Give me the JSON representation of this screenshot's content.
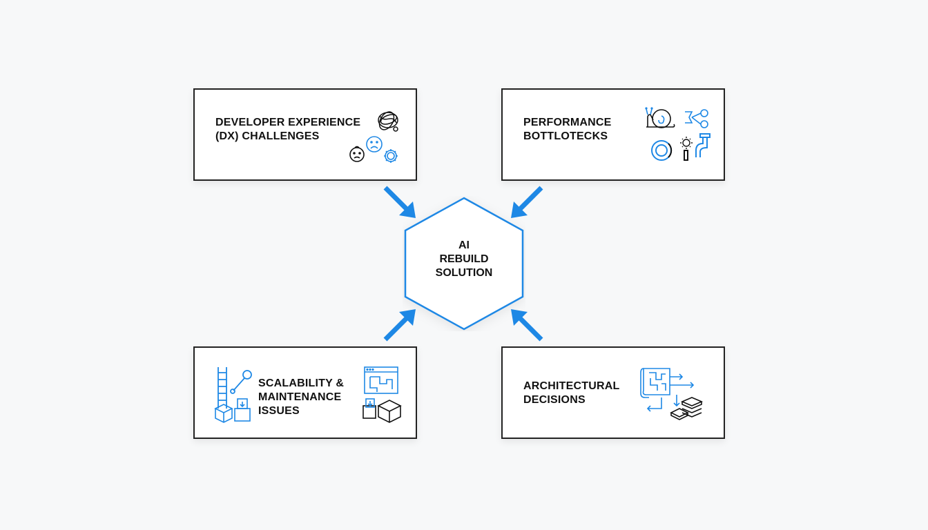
{
  "diagram": {
    "center": {
      "lines": [
        "AI",
        "REBUILD",
        "SOLUTION"
      ],
      "shape": "hexagon"
    },
    "nodes": [
      {
        "id": "dx",
        "lines": [
          "DEVELOPER EXPERIENCE",
          "(DX) CHALLENGES"
        ],
        "icons": [
          "tangled-yarn-icon",
          "sad-face-icon",
          "worried-face-icon",
          "gear-icon"
        ]
      },
      {
        "id": "performance",
        "lines": [
          "PERFORMANCE",
          "BOTTLOTECKS"
        ],
        "icons": [
          "snail-icon",
          "branching-flow-icon",
          "loading-ring-icon",
          "sun-icon",
          "pipe-icon"
        ]
      },
      {
        "id": "scalability",
        "lines": [
          "SCALABILITY &",
          "MAINTENANCE",
          "ISSUES"
        ],
        "icons": [
          "ladder-icon",
          "wrench-icon",
          "box-icon",
          "box-stack-icon",
          "window-layout-icon",
          "open-boxes-icon"
        ]
      },
      {
        "id": "architecture",
        "lines": [
          "ARCHITECTURAL",
          "DECISIONS"
        ],
        "icons": [
          "blueprint-icon",
          "flow-arrows-icon",
          "layers-stack-icon"
        ]
      }
    ],
    "edges": [
      {
        "from": "dx",
        "to": "center"
      },
      {
        "from": "performance",
        "to": "center"
      },
      {
        "from": "scalability",
        "to": "center"
      },
      {
        "from": "architecture",
        "to": "center"
      }
    ],
    "colors": {
      "accent": "#1e88e5",
      "border": "#222222",
      "text": "#111111",
      "background": "#f7f8f9"
    }
  }
}
